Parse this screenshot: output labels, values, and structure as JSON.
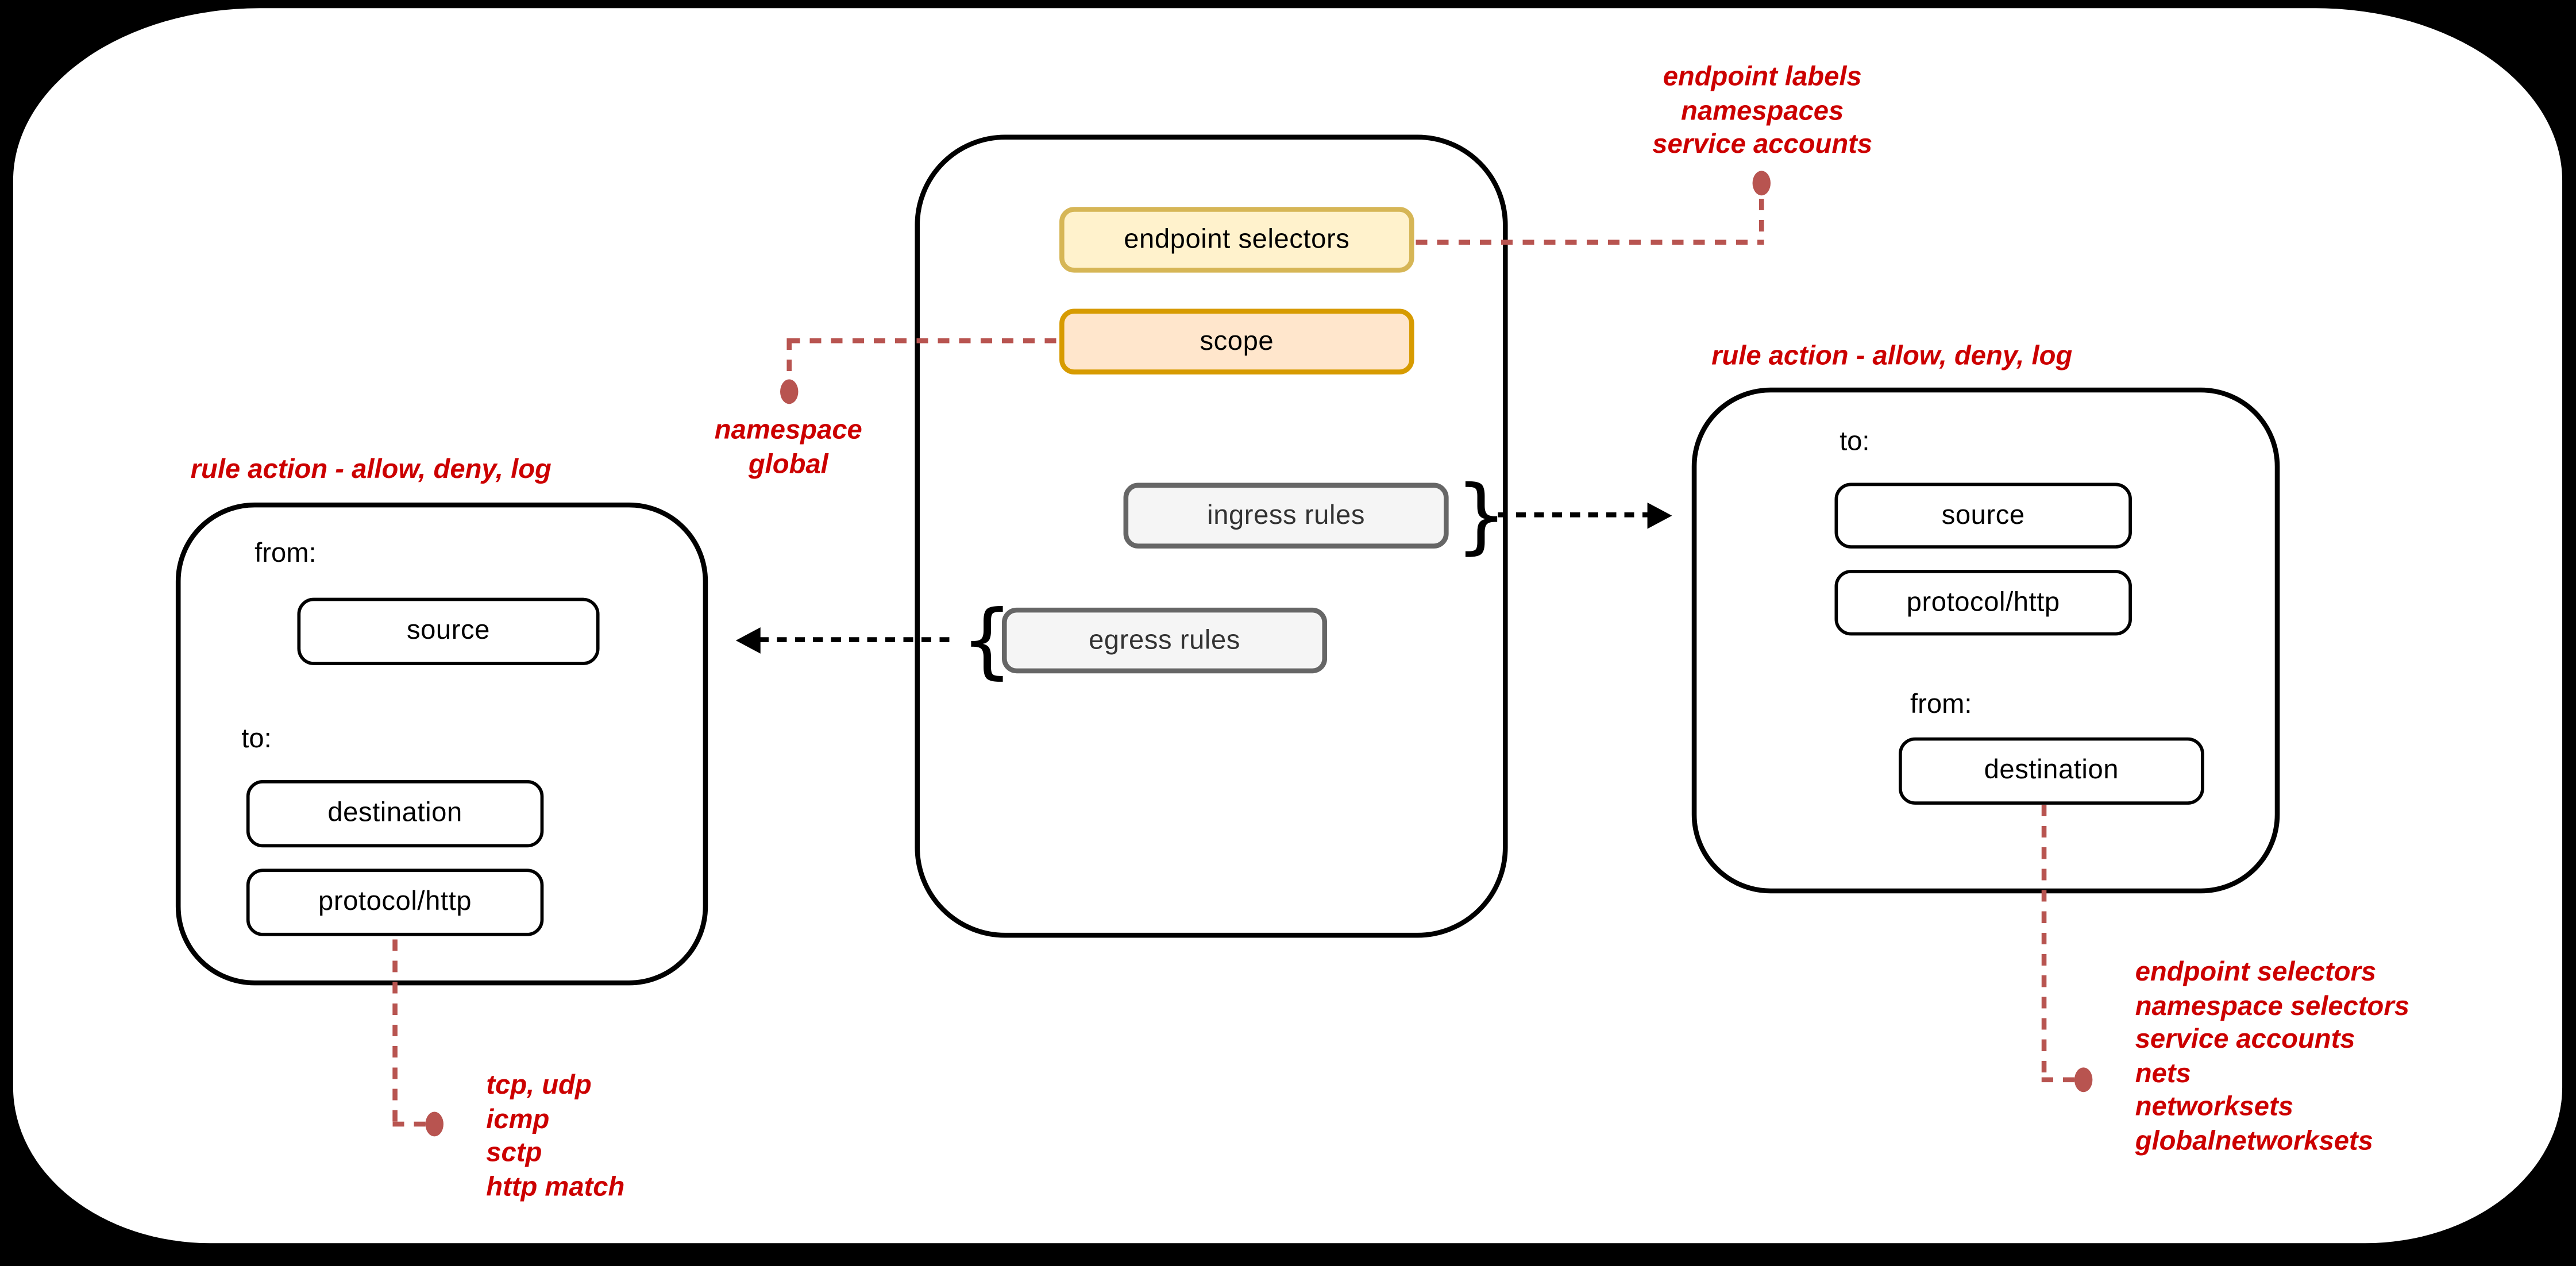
{
  "diagram": {
    "policy_container": {
      "endpoint_selectors_label": "endpoint selectors",
      "scope_label": "scope",
      "ingress_rules_label": "ingress rules",
      "egress_rules_label": "egress rules",
      "ingress_brace": "}",
      "egress_brace": "{"
    },
    "egress_rule_box": {
      "title": "rule action - allow, deny, log",
      "from_label": "from:",
      "source_label": "source",
      "to_label": "to:",
      "destination_label": "destination",
      "protocol_label": "protocol/http"
    },
    "ingress_rule_box": {
      "title": "rule action - allow, deny, log",
      "to_label": "to:",
      "source_label": "source",
      "protocol_label": "protocol/http",
      "from_label": "from:",
      "destination_label": "destination"
    },
    "annotations": {
      "endpoint_selectors_note": {
        "lines": [
          "endpoint labels",
          "namespaces",
          "service accounts"
        ]
      },
      "scope_note": {
        "lines": [
          "namespace",
          "global"
        ]
      },
      "protocol_note": {
        "lines": [
          "tcp, udp",
          "icmp",
          "sctp",
          "http match"
        ]
      },
      "destination_note": {
        "lines": [
          "endpoint selectors",
          "namespace selectors",
          "service accounts",
          "nets",
          "networksets",
          "globalnetworksets"
        ]
      }
    },
    "colors": {
      "annotation_red": "#cc0000",
      "connector_red": "#b85450",
      "yellow_fill": "#fff2cc",
      "yellow_stroke": "#d6b656",
      "orange_fill": "#ffe6cc",
      "orange_stroke": "#d79b00",
      "gray_fill": "#f5f5f5",
      "gray_stroke": "#666666",
      "outline_black": "#000000",
      "canvas_white": "#ffffff",
      "background_black": "#000000"
    }
  }
}
